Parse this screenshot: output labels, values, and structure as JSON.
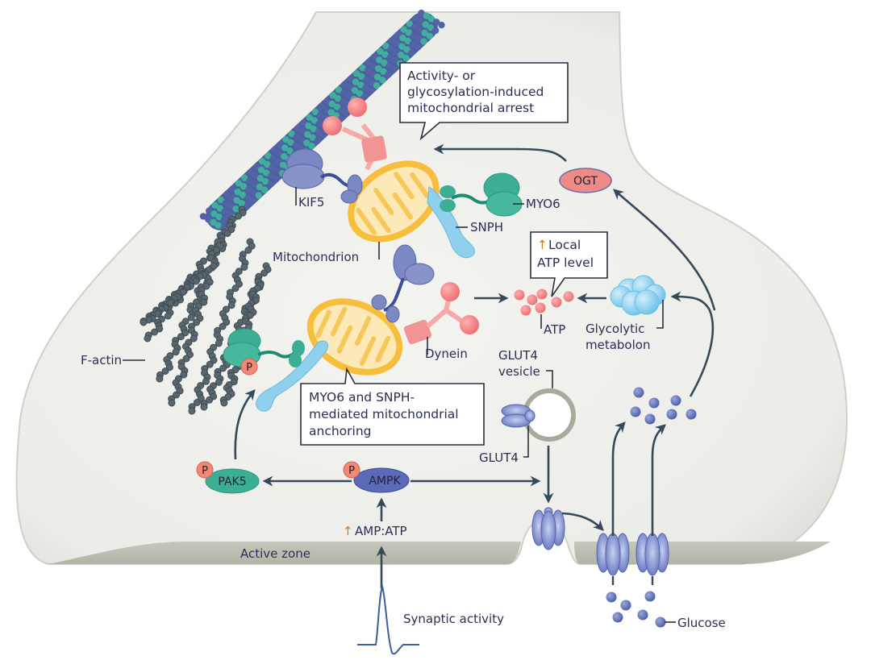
{
  "title": "Synaptic energy supply: mitochondrial anchoring, local ATP and glucose uptake",
  "colors": {
    "cytoplasm": "#efefec",
    "membrane_edge": "#c9cbc2",
    "active_zone": "#b8b9ad",
    "microtubule_blue": "#5364a6",
    "microtubule_teal": "#3fae9a",
    "factin": "#59666e",
    "mitochondrion_outer": "#f6be3c",
    "mitochondrion_inner": "#fde9b8",
    "dynein_red": "#ee7c7f",
    "kif5_blue": "#7c88c4",
    "myo6_teal": "#3bae93",
    "snph_light_blue": "#8fd0ec",
    "atp_pink": "#f27f83",
    "glucose_blue": "#5b6fbe",
    "arrow": "#34495a",
    "ogt_fill": "#f08a86",
    "label_text": "#2a2f55",
    "up_arrow_glyph": "#d4772a"
  },
  "callouts": {
    "arrest": {
      "lines": [
        "Activity- or",
        "glycosylation-induced",
        "mitochondrial arrest"
      ]
    },
    "anchoring": {
      "lines": [
        "MYO6 and SNPH-",
        "mediated mitochondrial",
        "anchoring"
      ]
    },
    "local_atp": {
      "arrow_glyph": "↑",
      "lines": [
        "Local",
        "ATP level"
      ]
    }
  },
  "labels": {
    "kif5": "KIF5",
    "myo6": "MYO6",
    "snph": "SNPH",
    "mitochondrion": "Mitochondrion",
    "dynein": "Dynein",
    "factin": "F-actin",
    "atp": "ATP",
    "glycolytic_1": "Glycolytic",
    "glycolytic_2": "metabolon",
    "glut4_vesicle_1": "GLUT4",
    "glut4_vesicle_2": "vesicle",
    "glut4": "GLUT4",
    "amp_atp_glyph": "↑",
    "amp_atp": "AMP:ATP",
    "active_zone": "Active zone",
    "synaptic_activity": "Synaptic activity",
    "glucose": "Glucose"
  },
  "nodes": {
    "ogt": "OGT",
    "pak5": "PAK5",
    "ampk": "AMPK",
    "phospho": "P"
  }
}
